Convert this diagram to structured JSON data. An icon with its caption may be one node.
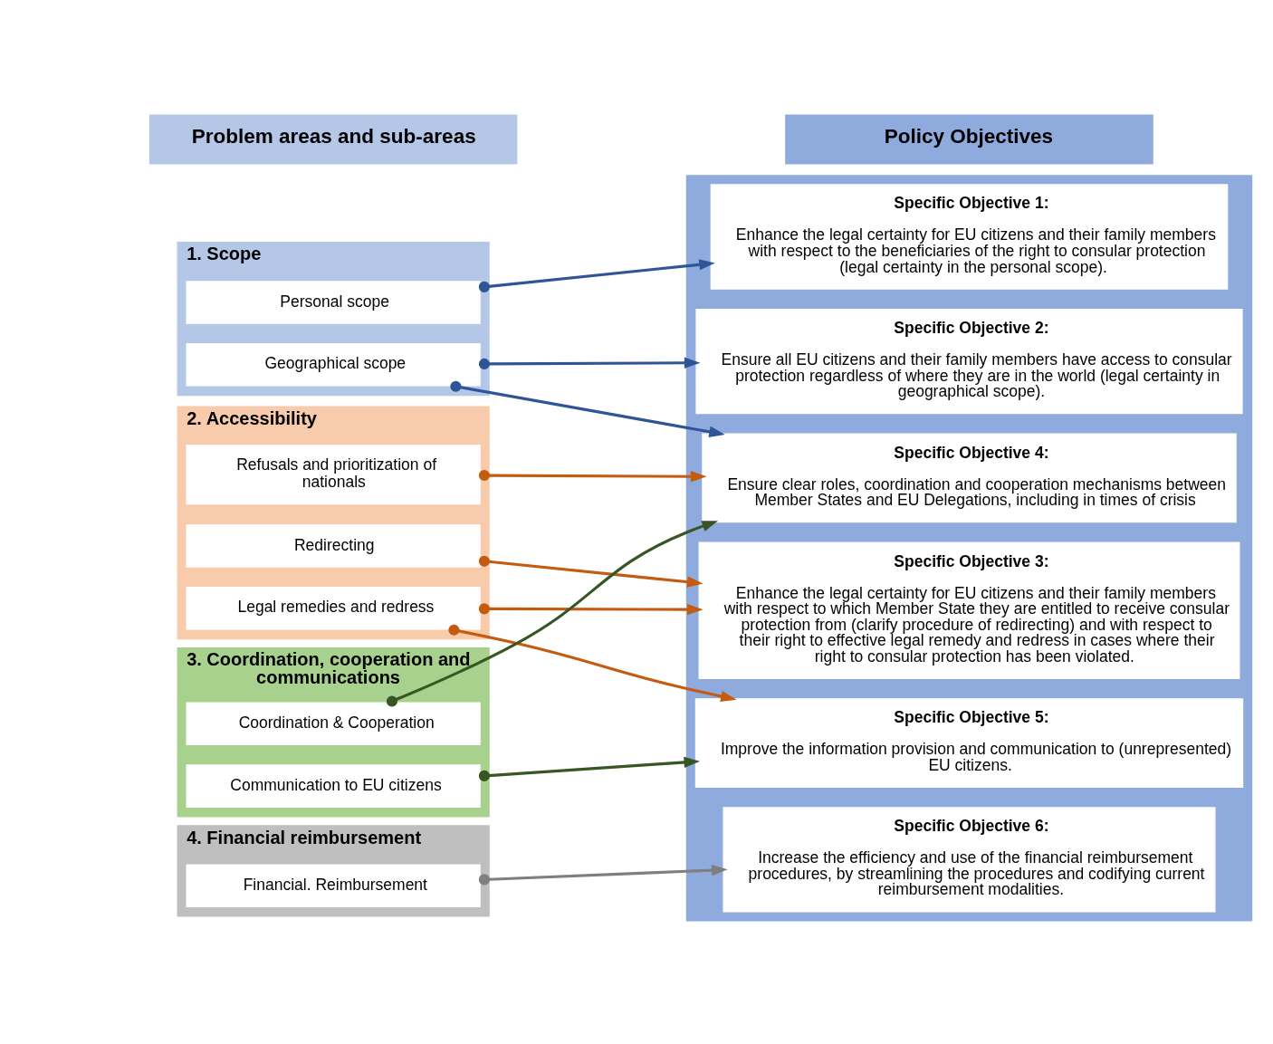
{
  "diagram": {
    "nodes": [
      {
        "text": [
          "Problem areas and sub-areas"
        ]
      },
      {
        "text": [
          "Policy Objectives"
        ]
      },
      {
        "text": [
          "1. Scope"
        ]
      },
      {
        "text": [
          "Personal scope"
        ],
        "in": 2
      },
      {
        "text": [
          "Geographical scope"
        ],
        "in": 2
      },
      {
        "text": [
          "2. Accessibility"
        ]
      },
      {
        "text": [
          "Redirecting"
        ],
        "in": 5
      },
      {
        "text": [
          "Refusals and prioritization of nationals"
        ],
        "in": 5
      },
      {
        "text": [
          "Legal remedies and redress"
        ],
        "in": 5
      },
      {
        "text": [
          "3. Coordination, cooperation and communications"
        ]
      },
      {
        "text": [
          "Coordination & Cooperation"
        ],
        "in": 9
      },
      {
        "text": [
          "Communication to EU citizens"
        ],
        "in": 9
      },
      {
        "text": [
          "4. Financial reimbursement"
        ]
      },
      {
        "text": [
          "Financial. Reimbursement"
        ],
        "in": 12
      },
      {
        "text": [],
        "shape": "box"
      },
      {
        "text": [
          "Specific Objective 1:",
          "Enhance the legal certainty for EU citizens and their family members with respect to the beneficiaries of the right to consular protection (legal certainty in the personal scope)."
        ],
        "in": 14
      },
      {
        "text": [
          "Specific Objective 2:",
          "Ensure all EU citizens and their family members have access to consular protection regardless of where they are in the world (legal certainty in geographical scope)."
        ],
        "in": 14
      },
      {
        "text": [
          "Specific Objective 3:",
          "Enhance the legal certainty for EU citizens and their family members with respect to which Member State they are entitled to receive consular protection from (clarify procedure of redirecting) and with respect to their right to effective legal remedy and redress in cases where their right to consular protection has been violated."
        ],
        "in": 14
      },
      {
        "text": [
          "Specific Objective 4:",
          "Ensure clear roles, coordination and cooperation mechanisms between Member States and EU Delegations, including in times of crisis"
        ],
        "in": 14
      },
      {
        "text": [
          "Specific Objective 5:",
          "Improve the information provision and communication to (unrepresented) EU citizens."
        ],
        "in": 14
      },
      {
        "text": [
          "Specific Objective 6:",
          "Increase the efficiency and use of the financial reimbursement procedures, by streamlining the procedures and codifying current reimbursement modalities."
        ],
        "in": 14
      }
    ],
    "edges": [
      {
        "from": 3,
        "to": 15,
        "arrow": "to",
        "color": "#2f5597"
      },
      {
        "from": 4,
        "to": 16,
        "arrow": "to",
        "color": "#2f5597"
      },
      {
        "from": 4,
        "to": 18,
        "arrow": "to",
        "color": "#2f5597"
      },
      {
        "from": 6,
        "to": 17,
        "arrow": "to",
        "color": "#c55a11"
      },
      {
        "from": 7,
        "to": 18,
        "arrow": "to",
        "color": "#c55a11"
      },
      {
        "from": 8,
        "to": 17,
        "arrow": "to",
        "color": "#c55a11"
      },
      {
        "from": 8,
        "to": 19,
        "arrow": "to",
        "color": "#c55a11"
      },
      {
        "from": 10,
        "to": 18,
        "arrow": "to",
        "color": "#375623"
      },
      {
        "from": 11,
        "to": 19,
        "arrow": "to",
        "color": "#375623"
      },
      {
        "from": 13,
        "to": 20,
        "arrow": "to",
        "color": "#7f7f7f"
      }
    ]
  }
}
